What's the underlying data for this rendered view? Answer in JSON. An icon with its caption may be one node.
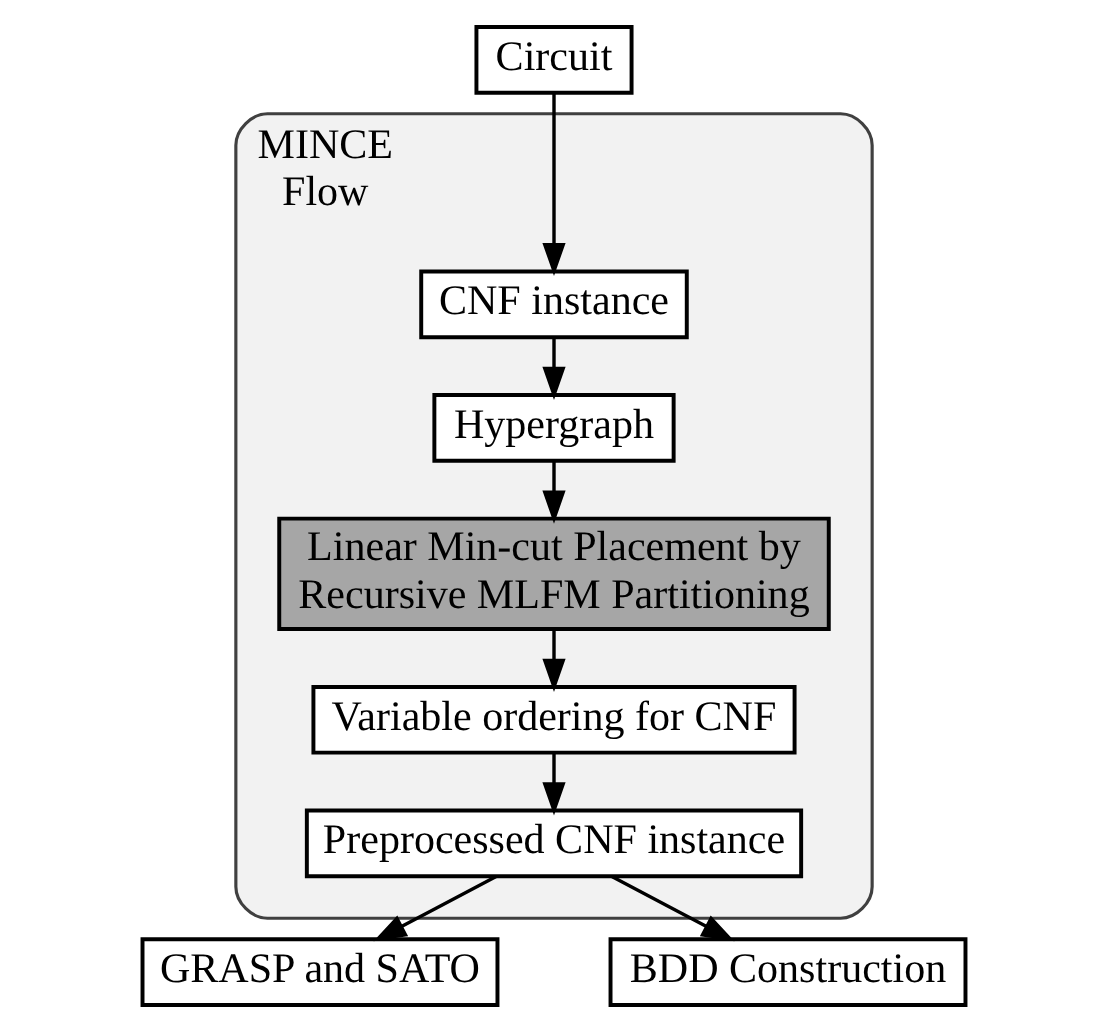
{
  "diagram": {
    "nodes": [
      {
        "text": [
          "Circuit"
        ]
      },
      {
        "text": [
          "MINCE Flow"
        ]
      },
      {
        "text": [
          "CNF instance"
        ],
        "in": 1
      },
      {
        "text": [
          "Hypergraph"
        ],
        "in": 1
      },
      {
        "text": [
          "Linear Min-cut Placement by Recursive MLFM Partitioning"
        ],
        "in": 1
      },
      {
        "text": [
          "Variable ordering for CNF"
        ],
        "in": 1
      },
      {
        "text": [
          "Preprocessed CNF instance"
        ],
        "in": 1
      },
      {
        "text": [
          "GRASP and SATO"
        ]
      },
      {
        "text": [
          "BDD Construction"
        ]
      }
    ],
    "edges": [
      {
        "from": 0,
        "to": 2,
        "arrow": "to"
      },
      {
        "from": 2,
        "to": 3,
        "arrow": "to"
      },
      {
        "from": 3,
        "to": 4,
        "arrow": "to"
      },
      {
        "from": 4,
        "to": 5,
        "arrow": "to"
      },
      {
        "from": 5,
        "to": 6,
        "arrow": "to"
      },
      {
        "from": 6,
        "to": 7,
        "arrow": "to"
      },
      {
        "from": 6,
        "to": 8,
        "arrow": "to"
      }
    ]
  }
}
